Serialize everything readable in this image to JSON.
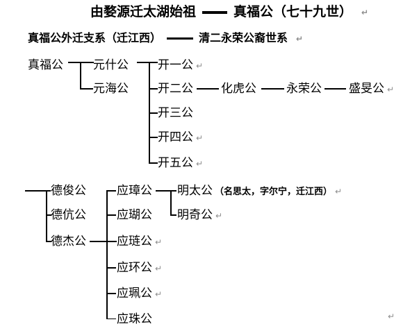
{
  "doc": {
    "title_pre": "由婺源迁太湖始祖",
    "title_post": "真福公（七十九世）",
    "subtitle_pre": "真福公外迁支系（迁江西）",
    "subtitle_post": "清二永荣公裔世系"
  },
  "marks": {
    "return": "↵"
  },
  "colors": {
    "text": "#000000",
    "line": "#000000",
    "return_mark": "#8c8c8c",
    "background": "#ffffff"
  },
  "tree1": {
    "root": "真福公",
    "gen2": [
      "元什公",
      "元海公"
    ],
    "gen3": [
      "开一公",
      "开二公",
      "开三公",
      "开四公",
      "开五公"
    ],
    "kai_er_chain": [
      "化虎公",
      "永荣公",
      "盛旻公"
    ]
  },
  "tree2": {
    "gen1": [
      "德俊公",
      "德伉公",
      "德杰公"
    ],
    "gen2": [
      "应璋公",
      "应瑚公",
      "应琏公",
      "应环公",
      "应珮公",
      "应珠公"
    ],
    "gen3": [
      "明太公",
      "明奇公"
    ],
    "mingtai_note": "（名思太，字尔宁，迁江西）"
  }
}
